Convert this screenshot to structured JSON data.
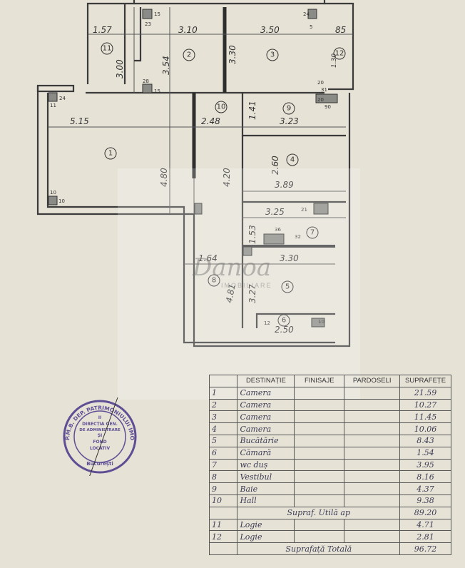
{
  "plan": {
    "dimensions_top": [
      "1.57",
      "3.10",
      "3.50",
      "85"
    ],
    "dimensions_h": {
      "room1_width": "5.15",
      "hall_width": "2.48",
      "bath_width": "3.23",
      "room4_width": "3.89",
      "wc_width": "3.25",
      "kitchen_width": "3.30",
      "vestibule_width": "1.64",
      "pantry_width": "2.50"
    },
    "dimensions_v": {
      "loggia11": "3.00",
      "room2": "3.54",
      "room3": "3.30",
      "room1": "4.80",
      "hall": "4.20",
      "room4": "2.60",
      "wc": "1.53",
      "bath": "1.41",
      "kitchen": "3.27",
      "vestibule": "4.81",
      "loggia12": "1.30"
    },
    "small_marks": [
      "15",
      "23",
      "24",
      "5",
      "28",
      "15",
      "24",
      "11",
      "10",
      "10",
      "20",
      "31",
      "20",
      "90",
      "21",
      "36",
      "32",
      "12",
      "10"
    ],
    "room_numbers": [
      "1",
      "2",
      "3",
      "4",
      "5",
      "6",
      "7",
      "8",
      "9",
      "10",
      "11",
      "12"
    ]
  },
  "table": {
    "headers": [
      "",
      "DESTINAȚIE",
      "FINISAJE",
      "PARDOSELI",
      "SUPRAFEȚE"
    ],
    "rows": [
      {
        "nr": "1",
        "dest": "Camera",
        "area": "21.59"
      },
      {
        "nr": "2",
        "dest": "Camera",
        "area": "10.27"
      },
      {
        "nr": "3",
        "dest": "Camera",
        "area": "11.45"
      },
      {
        "nr": "4",
        "dest": "Camera",
        "area": "10.06"
      },
      {
        "nr": "5",
        "dest": "Bucătărie",
        "area": "8.43"
      },
      {
        "nr": "6",
        "dest": "Cămară",
        "area": "1.54"
      },
      {
        "nr": "7",
        "dest": "wc duș",
        "area": "3.95"
      },
      {
        "nr": "8",
        "dest": "Vestibul",
        "area": "8.16"
      },
      {
        "nr": "9",
        "dest": "Baie",
        "area": "4.37"
      },
      {
        "nr": "10",
        "dest": "Hall",
        "area": "9.38"
      }
    ],
    "useful_total": {
      "label": "Supraf. Utilă ap",
      "area": "89.20"
    },
    "loggias": [
      {
        "nr": "11",
        "dest": "Logie",
        "area": "4.71"
      },
      {
        "nr": "12",
        "dest": "Logie",
        "area": "2.81"
      }
    ],
    "grand_total": {
      "label": "Suprafață Totală",
      "area": "96.72"
    }
  },
  "stamp": {
    "outer": "P.M.B. DEP. PATRIMONIULUI IMOBILIAR",
    "inner": [
      "II",
      "DIRECȚIA GEN.",
      "DE ADMINISTRARE",
      "ȘI",
      "FOND",
      "LOCATIV"
    ],
    "city": "București"
  },
  "watermark": {
    "brand": "Danoa",
    "sub": "IMOBILIARE"
  },
  "colors": {
    "paper": "#e6e2d6",
    "ink": "#333333",
    "stamp": "#5e4f95",
    "handwriting": "#3d3d55"
  }
}
